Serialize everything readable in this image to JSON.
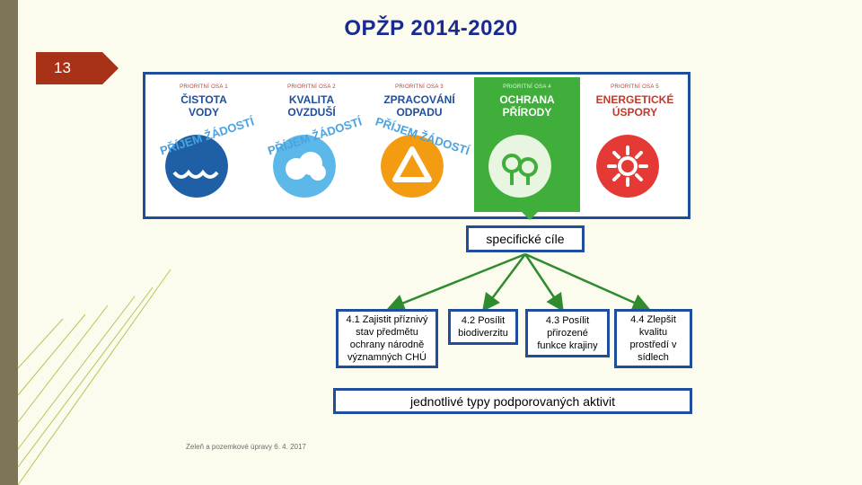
{
  "slide": {
    "title": "OPŽP 2014-2020",
    "number": "13",
    "footer": "Zeleň a pozemkové úpravy 6. 4. 2017"
  },
  "colors": {
    "title": "#1a2a8f",
    "accent_red": "#a83218",
    "panel_border": "#1f4e9c",
    "arrow_green": "#2e8b2e"
  },
  "priority_axes": [
    {
      "label": "PRIORITNÍ OSA 1",
      "line1": "ČISTOTA",
      "line2": "VODY",
      "icon": "water-icon",
      "color": "#1f5fa6",
      "stamp": "PŘÍJEM ŽÁDOSTÍ"
    },
    {
      "label": "PRIORITNÍ OSA 2",
      "line1": "KVALITA",
      "line2": "OVZDUŠÍ",
      "icon": "cloud-icon",
      "color": "#5bb8e8",
      "stamp": "PŘÍJEM ŽÁDOSTÍ"
    },
    {
      "label": "PRIORITNÍ OSA 3",
      "line1": "ZPRACOVÁNÍ",
      "line2": "ODPADU",
      "icon": "recycle-triangle-icon",
      "color": "#f39c12",
      "stamp": "PŘÍJEM ŽÁDOSTÍ"
    },
    {
      "label": "PRIORITNÍ OSA 4",
      "line1": "OCHRANA",
      "line2": "PŘÍRODY",
      "icon": "tree-icon",
      "color": "#3fae3a"
    },
    {
      "label": "PRIORITNÍ OSA 5",
      "line1": "ENERGETICKÉ",
      "line2": "ÚSPORY",
      "icon": "sun-icon",
      "color": "#e53935"
    }
  ],
  "specific_goals_label": "specifické cíle",
  "goals": [
    {
      "text": "4.1 Zajistit příznivý stav předmětu ochrany národně významných CHÚ"
    },
    {
      "text": "4.2 Posílit biodiverzitu"
    },
    {
      "text": "4.3 Posílit přirozené funkce krajiny"
    },
    {
      "text": "4.4 Zlepšit kvalitu prostředí v sídlech"
    }
  ],
  "activities_label": "jednotlivé typy podporovaných aktivit"
}
